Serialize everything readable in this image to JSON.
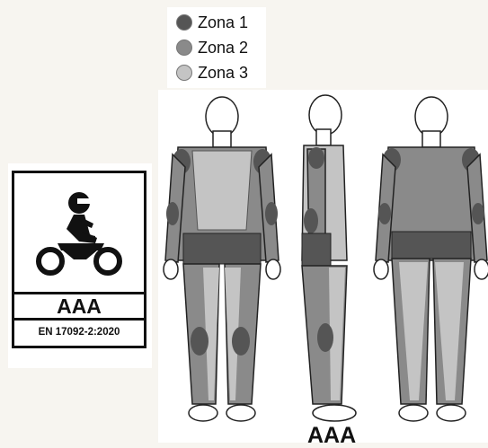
{
  "legend": [
    {
      "label": "Zona 1",
      "color": "#555555"
    },
    {
      "label": "Zona 2",
      "color": "#8a8a8a"
    },
    {
      "label": "Zona 3",
      "color": "#c4c4c4"
    }
  ],
  "badge": {
    "rating": "AAA",
    "standard": "EN 17092-2:2020",
    "icon": "motorcycle-rider-icon"
  },
  "figure_caption": "AAA",
  "colors": {
    "zone1": "#555555",
    "zone2": "#8a8a8a",
    "zone3": "#c4c4c4",
    "outline": "#222222",
    "skin": "#ffffff"
  }
}
